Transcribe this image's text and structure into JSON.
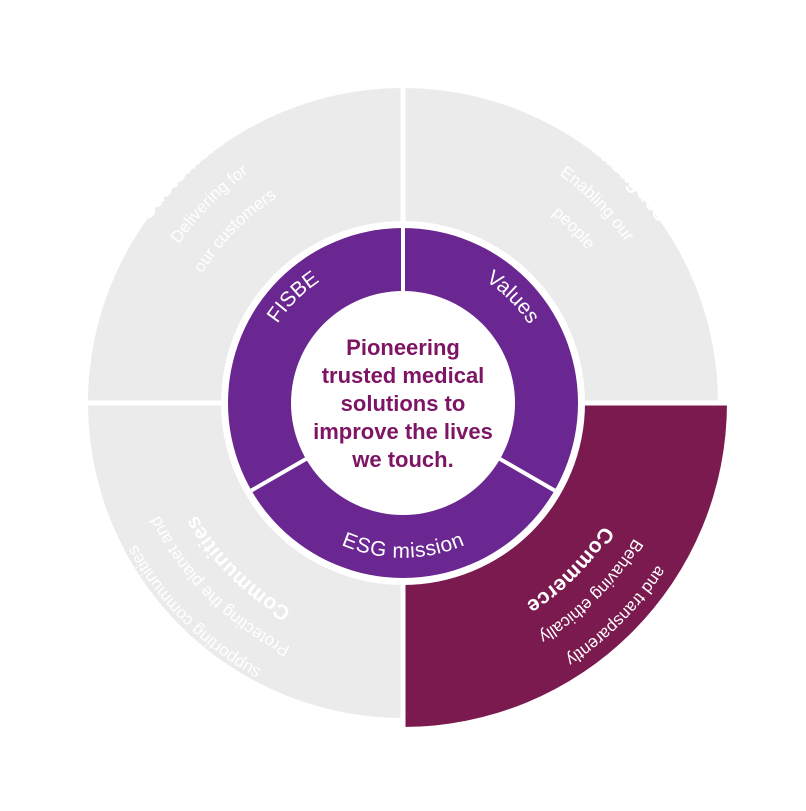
{
  "colors": {
    "outer_grey": "#ebebeb",
    "outer_highlight": "#7b1a4f",
    "ring_purple": "#6a2791",
    "center_text": "#7d1564",
    "light_text": "#ffffff"
  },
  "quadrants": [
    {
      "id": "customers",
      "title": "Customers",
      "subtitle": [
        "Delivering for",
        "our customers"
      ],
      "highlighted": false
    },
    {
      "id": "colleagues",
      "title": "Colleagues",
      "subtitle": [
        "Enabling our",
        "people"
      ],
      "highlighted": false
    },
    {
      "id": "commerce",
      "title": "Commerce",
      "subtitle": [
        "Behaving ethically",
        "and transparently"
      ],
      "highlighted": true
    },
    {
      "id": "communities",
      "title": "Communities",
      "subtitle": [
        "Protecting the planet and",
        "supporting communities"
      ],
      "highlighted": false
    }
  ],
  "ring": {
    "labels": [
      "FISBE",
      "Values",
      "ESG mission"
    ]
  },
  "center": {
    "lines": [
      "Pioneering",
      "trusted medical",
      "solutions to",
      "improve the lives",
      "we touch."
    ]
  }
}
